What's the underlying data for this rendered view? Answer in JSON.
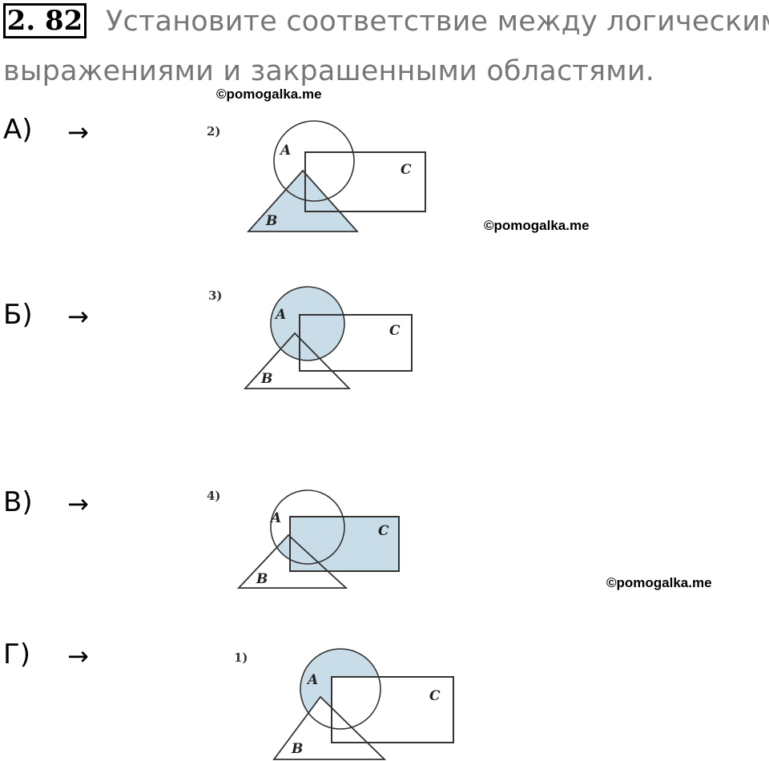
{
  "problem": {
    "number": "2. 82",
    "title_line1": "Установите соответствие между логическими",
    "title_line2": "выражениями и закрашенными областями."
  },
  "watermarks": [
    "©pomogalka.me",
    "©pomogalka.me",
    "©pomogalka.me"
  ],
  "colors": {
    "shade": "#c9dde8",
    "title_text": "#777777",
    "line": "#333333"
  },
  "rows": [
    {
      "label": "А)",
      "arrow": "→",
      "figure": {
        "number": "2)",
        "shaded": "triangle B"
      }
    },
    {
      "label": "Б)",
      "arrow": "→",
      "figure": {
        "number": "3)",
        "shaded": "circle A"
      }
    },
    {
      "label": "В)",
      "arrow": "→",
      "figure": {
        "number": "4)",
        "shaded": "rectangle C and A∩B outside C"
      }
    },
    {
      "label": "Г)",
      "arrow": "→",
      "figure": {
        "number": "1)",
        "shaded": "circle A outside B and C"
      }
    }
  ],
  "figure_labels": {
    "a": "A",
    "b": "B",
    "c": "C"
  }
}
